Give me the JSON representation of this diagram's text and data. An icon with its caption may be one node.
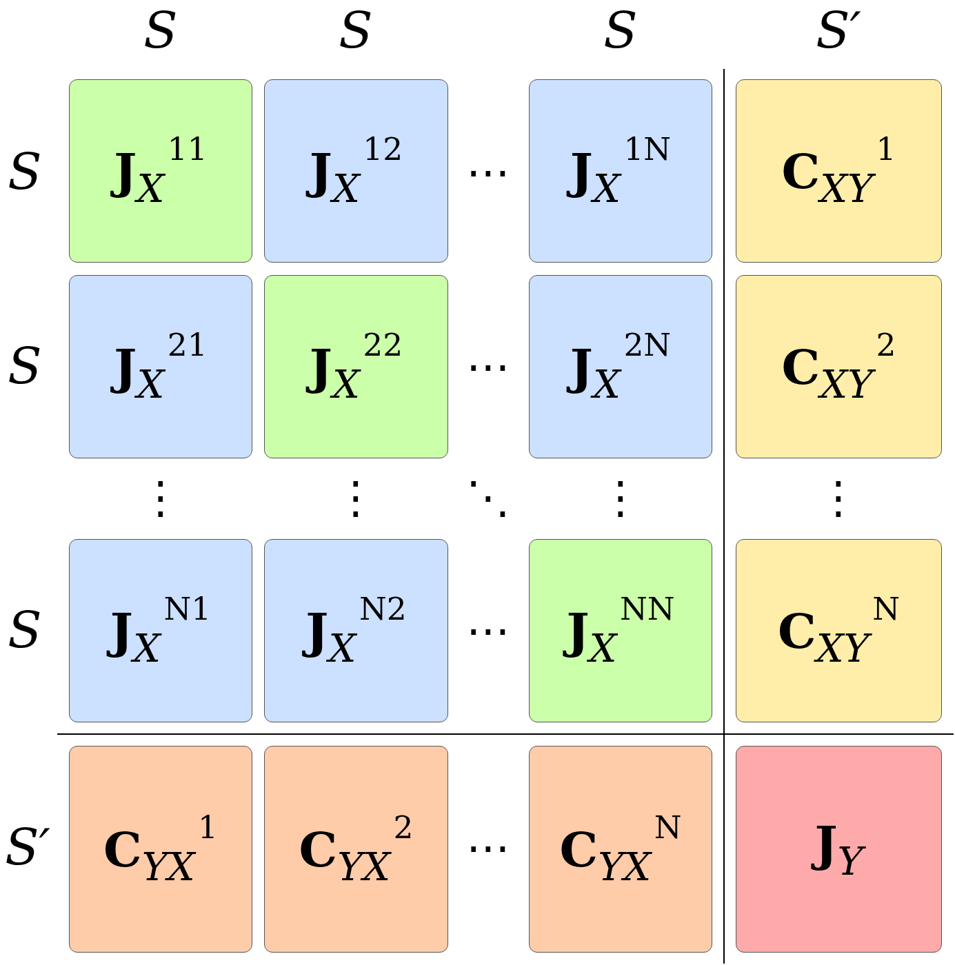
{
  "diagram": {
    "nodes": [
      {
        "text": [
          "**J**$_{X}$$^{11}$"
        ]
      },
      {
        "text": [
          "**J**$_{X}$$^{12}$"
        ]
      },
      {
        "text": [
          "**J**$_{X}$$^{1N}$"
        ]
      },
      {
        "text": [
          "**C**$_{XY}$$^{1}$"
        ]
      },
      {
        "text": [
          "**J**$_{X}$$^{21}$"
        ]
      },
      {
        "text": [
          "**J**$_{X}$$^{22}$"
        ]
      },
      {
        "text": [
          "**J**$_{X}$$^{2N}$"
        ]
      },
      {
        "text": [
          "**C**$_{XY}$$^{2}$"
        ]
      },
      {
        "text": [
          "**J**$_{X}$$^{N1}$"
        ]
      },
      {
        "text": [
          "**J**$_{X}$$^{N2}$"
        ]
      },
      {
        "text": [
          "**J**$_{X}$$^{NN}$"
        ]
      },
      {
        "text": [
          "**C**$_{XY}$$^{N}$"
        ]
      },
      {
        "text": [
          "**C**$_{YX}$$^{1}$"
        ]
      },
      {
        "text": [
          "**C**$_{YX}$$^{2}$"
        ]
      },
      {
        "text": [
          "**C**$_{YX}$$^{N}$"
        ]
      },
      {
        "text": [
          "**J**$_{Y}$"
        ]
      }
    ],
    "labels": [
      "S",
      "S",
      "S",
      "S′",
      "S",
      "⋯",
      "S",
      "⋯",
      "⋮",
      "⋮",
      "⋱",
      "⋮",
      "⋮",
      "S",
      "⋯",
      "S′",
      "⋯"
    ]
  }
}
